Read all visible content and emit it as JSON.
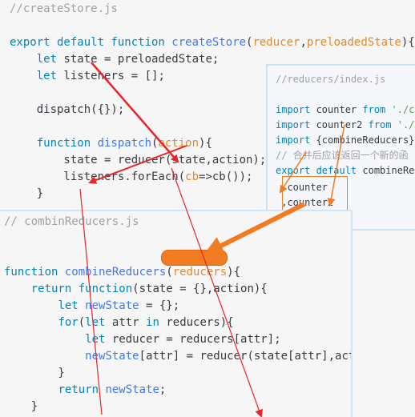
{
  "panel_create_store": {
    "lines": [
      [
        [
          "cmt",
          "//createStore.js"
        ]
      ],
      [],
      [
        [
          "kw",
          "export default function "
        ],
        [
          "fn",
          "createStore"
        ],
        [
          "tx",
          "("
        ],
        [
          "pm",
          "reducer"
        ],
        [
          "tx",
          ","
        ],
        [
          "pm",
          "preloadedState"
        ],
        [
          "tx",
          "){"
        ]
      ],
      [
        [
          "tx",
          "    "
        ],
        [
          "kw",
          "let "
        ],
        [
          "tx",
          "state = preloadedState;"
        ]
      ],
      [
        [
          "tx",
          "    "
        ],
        [
          "kw",
          "let "
        ],
        [
          "tx",
          "listeners = [];"
        ]
      ],
      [],
      [
        [
          "tx",
          "    dispatch({});"
        ]
      ],
      [],
      [
        [
          "tx",
          "    "
        ],
        [
          "kw",
          "function "
        ],
        [
          "fn",
          "dispatch"
        ],
        [
          "tx",
          "("
        ],
        [
          "pm",
          "action"
        ],
        [
          "tx",
          "){"
        ]
      ],
      [
        [
          "tx",
          "        state = reducer(state,action);"
        ]
      ],
      [
        [
          "tx",
          "        listeners.forEach("
        ],
        [
          "pm",
          "cb"
        ],
        [
          "tx",
          "=>cb());"
        ]
      ],
      [
        [
          "tx",
          "    }"
        ]
      ]
    ]
  },
  "panel_reducers_index": {
    "lines": [
      [
        [
          "cmt",
          "//reducers/index.js"
        ]
      ],
      [],
      [
        [
          "kw",
          "import "
        ],
        [
          "tx",
          "counter "
        ],
        [
          "kw",
          "from "
        ],
        [
          "str",
          "'./c"
        ]
      ],
      [
        [
          "kw",
          "import "
        ],
        [
          "tx",
          "counter2 "
        ],
        [
          "kw",
          "from "
        ],
        [
          "str",
          "'./"
        ]
      ],
      [
        [
          "kw",
          "import "
        ],
        [
          "tx",
          "{combineReducers}"
        ]
      ],
      [
        [
          "cmt",
          "// 合并后应该返回一个新的函"
        ]
      ],
      [
        [
          "kw",
          "export default "
        ],
        [
          "tx",
          "combineRe"
        ]
      ],
      [
        [
          "tx",
          "  counter"
        ]
      ],
      [
        [
          "tx",
          " ,counter2"
        ]
      ],
      [
        [
          "tx",
          "});"
        ]
      ]
    ]
  },
  "panel_combine_reducers": {
    "lines": [
      [
        [
          "cmt",
          "// combinReducers.js"
        ]
      ],
      [],
      [],
      [
        [
          "kw",
          "function "
        ],
        [
          "fn",
          "combineReducers"
        ],
        [
          "tx",
          "("
        ],
        [
          "pm",
          "reducers"
        ],
        [
          "tx",
          "){"
        ]
      ],
      [
        [
          "tx",
          "    "
        ],
        [
          "kw",
          "return function"
        ],
        [
          "tx",
          "(state = {},action){"
        ]
      ],
      [
        [
          "tx",
          "        "
        ],
        [
          "kw",
          "let "
        ],
        [
          "fn",
          "newState"
        ],
        [
          "tx",
          " = {};"
        ]
      ],
      [
        [
          "tx",
          "        "
        ],
        [
          "kw",
          "for"
        ],
        [
          "tx",
          "("
        ],
        [
          "kw",
          "let "
        ],
        [
          "tx",
          "attr "
        ],
        [
          "kw",
          "in "
        ],
        [
          "tx",
          "reducers){"
        ]
      ],
      [
        [
          "tx",
          "            "
        ],
        [
          "kw",
          "let "
        ],
        [
          "tx",
          "reducer = reducers[attr];"
        ]
      ],
      [
        [
          "tx",
          "            "
        ],
        [
          "fn",
          "newState"
        ],
        [
          "tx",
          "[attr] = reducer(state[attr],action);"
        ]
      ],
      [
        [
          "tx",
          "        }"
        ]
      ],
      [
        [
          "tx",
          "        "
        ],
        [
          "kw",
          "return "
        ],
        [
          "fn",
          "newState"
        ],
        [
          "tx",
          ";"
        ]
      ],
      [
        [
          "tx",
          "    }"
        ]
      ],
      [
        [
          "tx",
          "}"
        ]
      ]
    ]
  },
  "colors": {
    "annotation_red": "#e8242a",
    "annotation_orange": "#f07b21"
  }
}
